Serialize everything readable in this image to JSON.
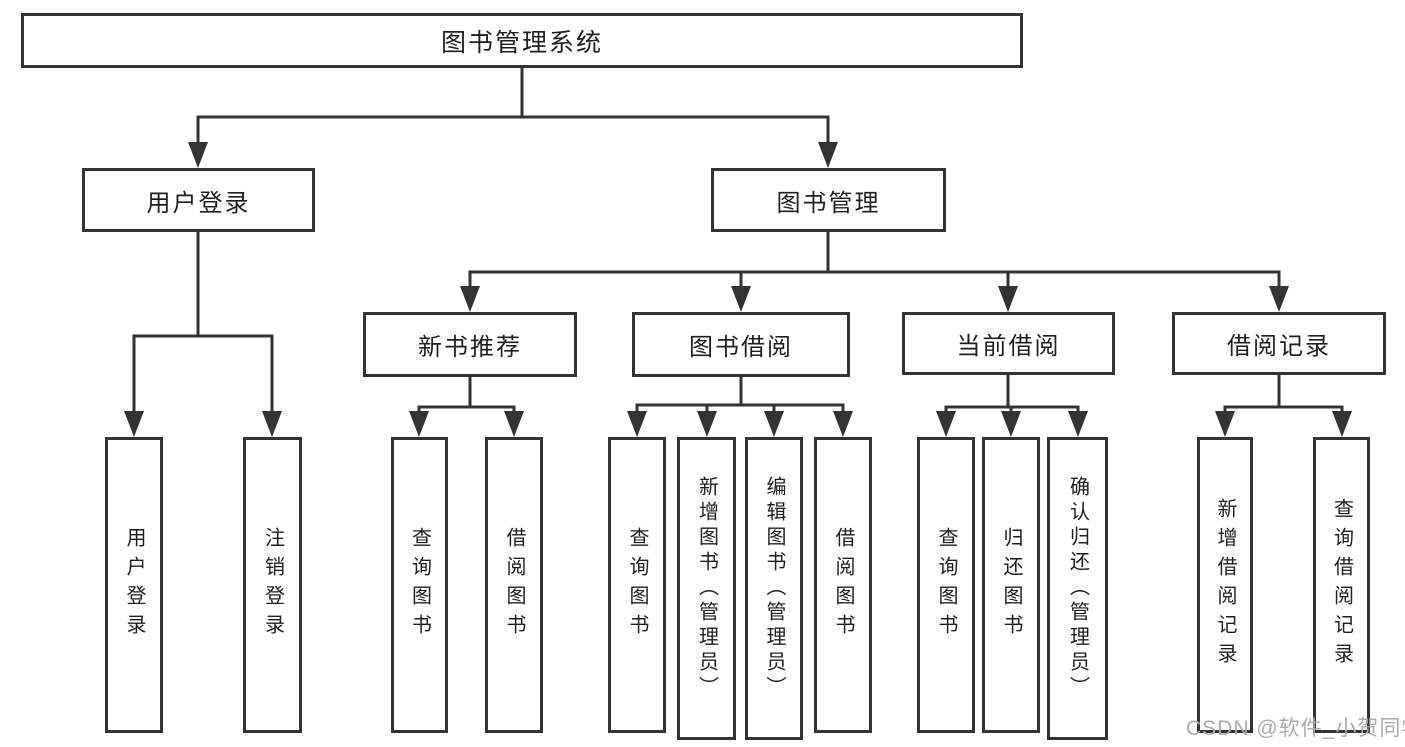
{
  "diagram": {
    "root": "图书管理系统",
    "level1": {
      "user_login": "用户登录",
      "book_management": "图书管理"
    },
    "user_login_children": [
      "用户登录",
      "注销登录"
    ],
    "groups": [
      {
        "label": "新书推荐",
        "children": [
          "查询图书",
          "借阅图书"
        ]
      },
      {
        "label": "图书借阅",
        "children": [
          "查询图书",
          "新增图书（管理员）",
          "编辑图书（管理员）",
          "借阅图书"
        ]
      },
      {
        "label": "当前借阅",
        "children": [
          "查询图书",
          "归还图书",
          "确认归还（管理员）"
        ]
      },
      {
        "label": "借阅记录",
        "children": [
          "新增借阅记录",
          "查询借阅记录"
        ]
      }
    ]
  },
  "watermark": "CSDN @软件_小贺同学",
  "colors": {
    "line": "#333333",
    "text": "#1f1f1f",
    "watermark": "#ababab",
    "background": "#ffffff"
  }
}
